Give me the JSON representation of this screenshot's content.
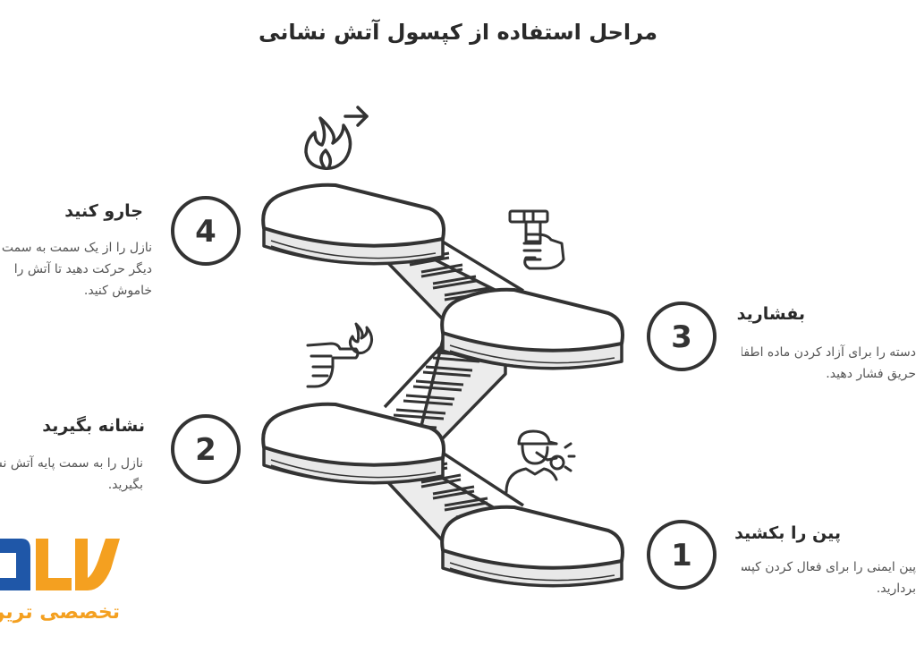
{
  "title": "مراحل استفاده از کپسول آتش نشانی",
  "colors": {
    "stroke": "#333333",
    "logo_blue": "#1f57a8",
    "logo_orange": "#f4a020"
  },
  "steps": [
    {
      "number": "1",
      "title": "پین را بکشید",
      "desc_lines": [
        "پین ایمنی را برای فعال کردن کپسول",
        "بردارید."
      ],
      "icon": "person-pulling-pin-icon"
    },
    {
      "number": "2",
      "title": "نشانه بگیرید",
      "desc_lines": [
        "نازل را به سمت پایه آتش نشانه",
        "بگیرید."
      ],
      "icon": "hand-pointing-at-fire-icon"
    },
    {
      "number": "3",
      "title": "بفشارید",
      "desc_lines": [
        "دسته را برای آزاد کردن ماده اطفاء",
        "حریق فشار دهید."
      ],
      "icon": "hand-squeezing-handle-icon"
    },
    {
      "number": "4",
      "title": "جارو کنید",
      "desc_lines": [
        "نازل را از یک سمت به سمت",
        "دیگر حرکت دهید تا آتش را",
        "خاموش کنید."
      ],
      "icon": "fire-with-arrow-icon"
    }
  ],
  "logo": {
    "letters": "کالا",
    "tagline": "تخصصی ترین"
  }
}
